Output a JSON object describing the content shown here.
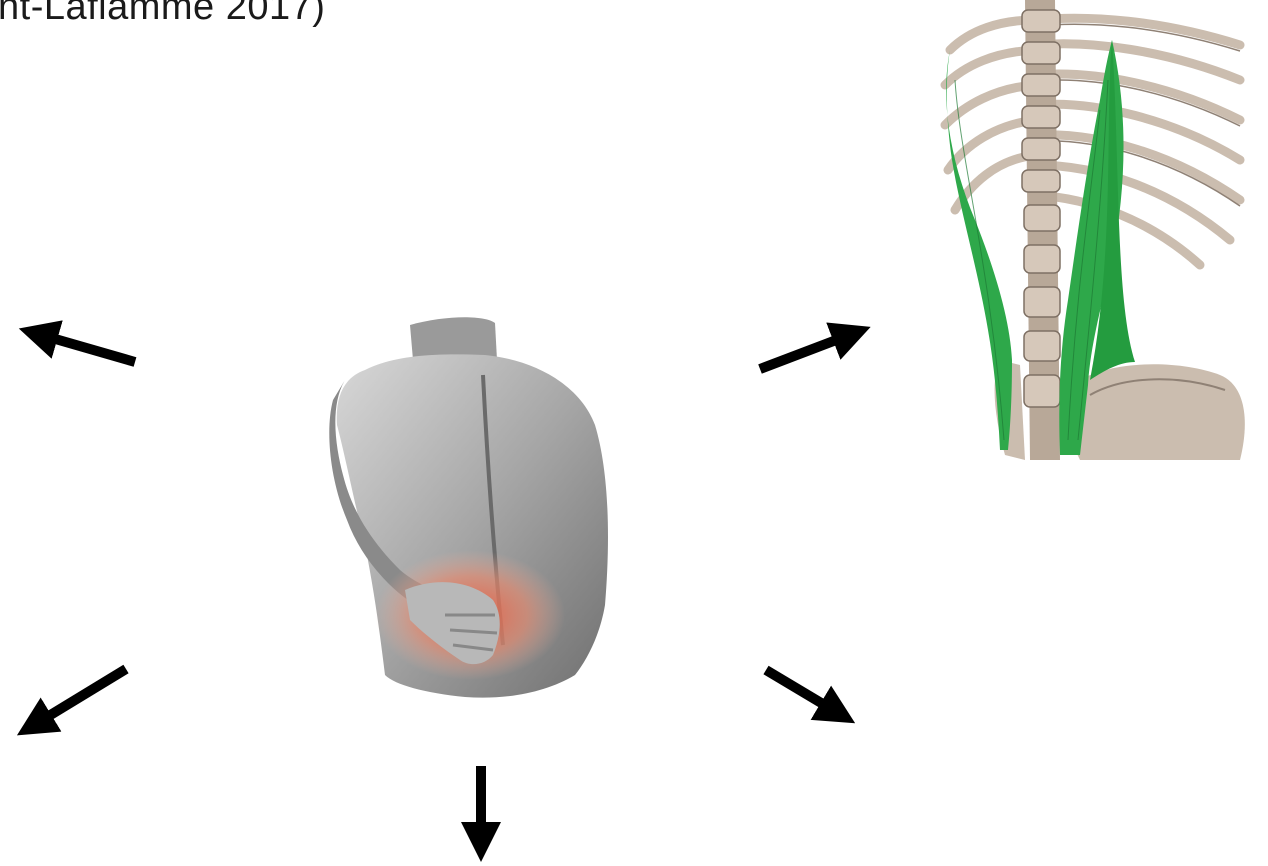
{
  "slide": {
    "title_fragment": "nt-Laflamme 2017)"
  },
  "images": {
    "center": {
      "icon": "back-pain-photo-icon",
      "highlight_color": "#e8553a"
    },
    "top_right": {
      "icon": "spine-muscle-anatomy-icon",
      "muscle_color": "#2ea84a",
      "bone_color": "#cbbdaf"
    }
  },
  "arrows": [
    {
      "name": "arrow-up-left",
      "direction": "up-left"
    },
    {
      "name": "arrow-up-right",
      "direction": "up-right"
    },
    {
      "name": "arrow-down-left",
      "direction": "down-left"
    },
    {
      "name": "arrow-down-right",
      "direction": "down-right"
    },
    {
      "name": "arrow-down",
      "direction": "down"
    }
  ]
}
